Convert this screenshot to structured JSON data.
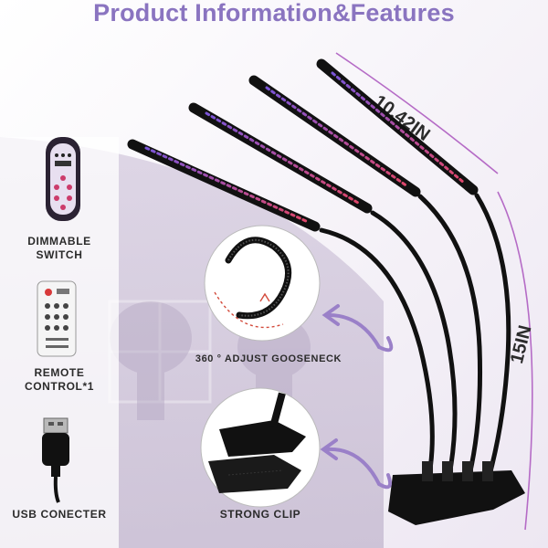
{
  "header": {
    "title": "Product Information&Features"
  },
  "features": {
    "dimmable_switch": {
      "line1": "DIMMABLE",
      "line2": "SWITCH"
    },
    "remote_control": {
      "line1": "REMOTE",
      "line2": "CONTROL*1"
    },
    "usb": {
      "label": "USB CONECTER"
    },
    "gooseneck": {
      "label": "360 ° ADJUST GOOSENECK"
    },
    "clip": {
      "label": "STRONG CLIP"
    }
  },
  "dimensions": {
    "light_length": "10.42IN",
    "gooseneck_length": "15IN"
  },
  "colors": {
    "title": "#8a74c0",
    "accent": "#b56bc6",
    "light_purple": "#7a55d8",
    "light_red": "#e0466a"
  }
}
